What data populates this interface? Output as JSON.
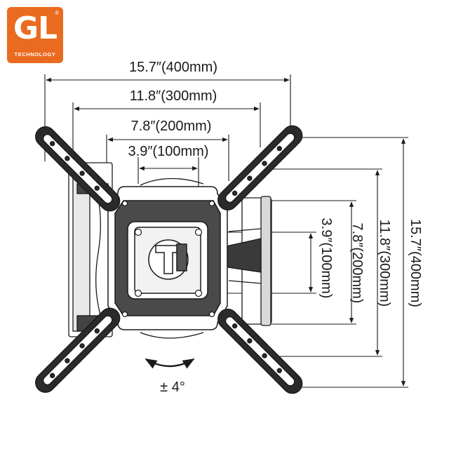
{
  "logo": {
    "mark": "GL",
    "registered": "®",
    "subtitle": "TECHNOLOGY",
    "color": "#ea6a1f"
  },
  "dimensions": {
    "horizontal": [
      "15.7″(400mm)",
      "11.8″(300mm)",
      "7.8″(200mm)",
      "3.9″(100mm)"
    ],
    "vertical": [
      "3.9″(100mm)",
      "7.8″(200mm)",
      "11.8″(300mm)",
      "15.7″(400mm)"
    ]
  },
  "tilt_label": "± 4°",
  "colors": {
    "line": "#1a1a1a",
    "bracket_fill": "#2b2b2b",
    "plate_fill": "#ffffff"
  }
}
